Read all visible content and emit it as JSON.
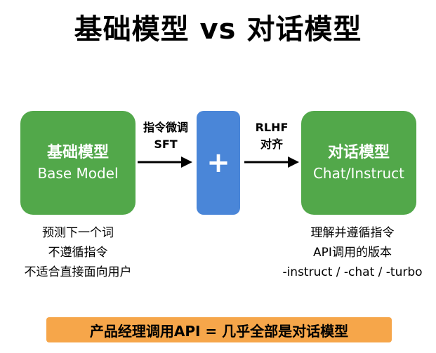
{
  "title": "基础模型 vs 对话模型",
  "base_model": {
    "name": "基础模型",
    "subtitle": "Base Model",
    "descriptions": [
      "预测下一个词",
      "不遵循指令",
      "不适合直接面向用户"
    ]
  },
  "step1": {
    "lines": [
      "指令微调",
      "SFT"
    ]
  },
  "middle": {
    "symbol": "+"
  },
  "step2": {
    "lines": [
      "RLHF",
      "对齐"
    ]
  },
  "chat_model": {
    "name": "对话模型",
    "subtitle": "Chat/Instruct",
    "descriptions": [
      "理解并遵循指令",
      "API调用的版本",
      "-instruct / -chat / -turbo"
    ]
  },
  "banner": {
    "text": "产品经理调用API = 几乎全部是对话模型"
  },
  "colors": {
    "green": "#52a84a",
    "blue": "#4a86d8",
    "orange": "#f6a64a"
  }
}
